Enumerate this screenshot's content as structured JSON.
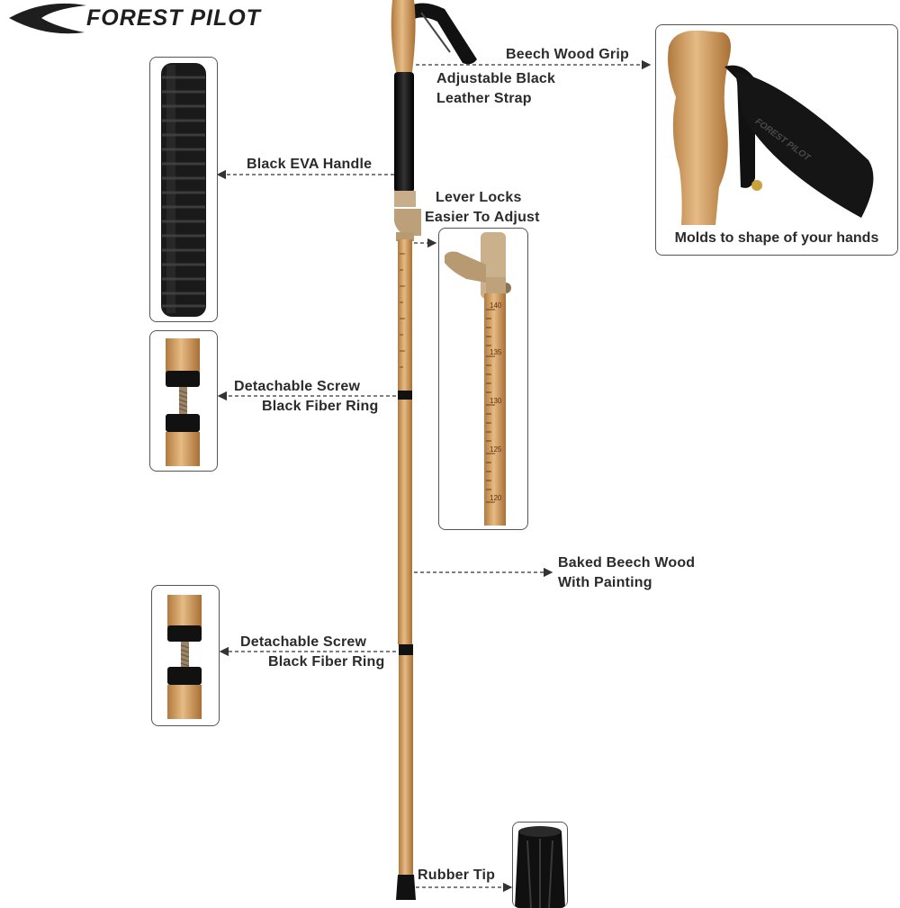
{
  "brand": {
    "name": "FOREST PILOT",
    "strap_print": "FOREST PILOT"
  },
  "labels": {
    "grip": "Beech Wood Grip",
    "strap_line1": "Adjustable Black",
    "strap_line2": "Leather Strap",
    "eva": "Black EVA Handle",
    "lever_line1": "Lever Locks",
    "lever_line2": "Easier To Adjust",
    "screw1_line1": "Detachable Screw",
    "screw1_line2": "Black Fiber Ring",
    "beech_line1": "Baked Beech Wood",
    "beech_line2": "With Painting",
    "screw2_line1": "Detachable Screw",
    "screw2_line2": "Black Fiber Ring",
    "tip": "Rubber Tip",
    "grip_caption": "Molds to shape of your hands"
  },
  "scale_marks": [
    "140",
    "135",
    "130",
    "125",
    "120"
  ],
  "colors": {
    "wood": "#d9a66a",
    "wood_dark": "#b07a3e",
    "black": "#141414",
    "accent_tan": "#c8ad8a",
    "arrow": "#333333"
  }
}
